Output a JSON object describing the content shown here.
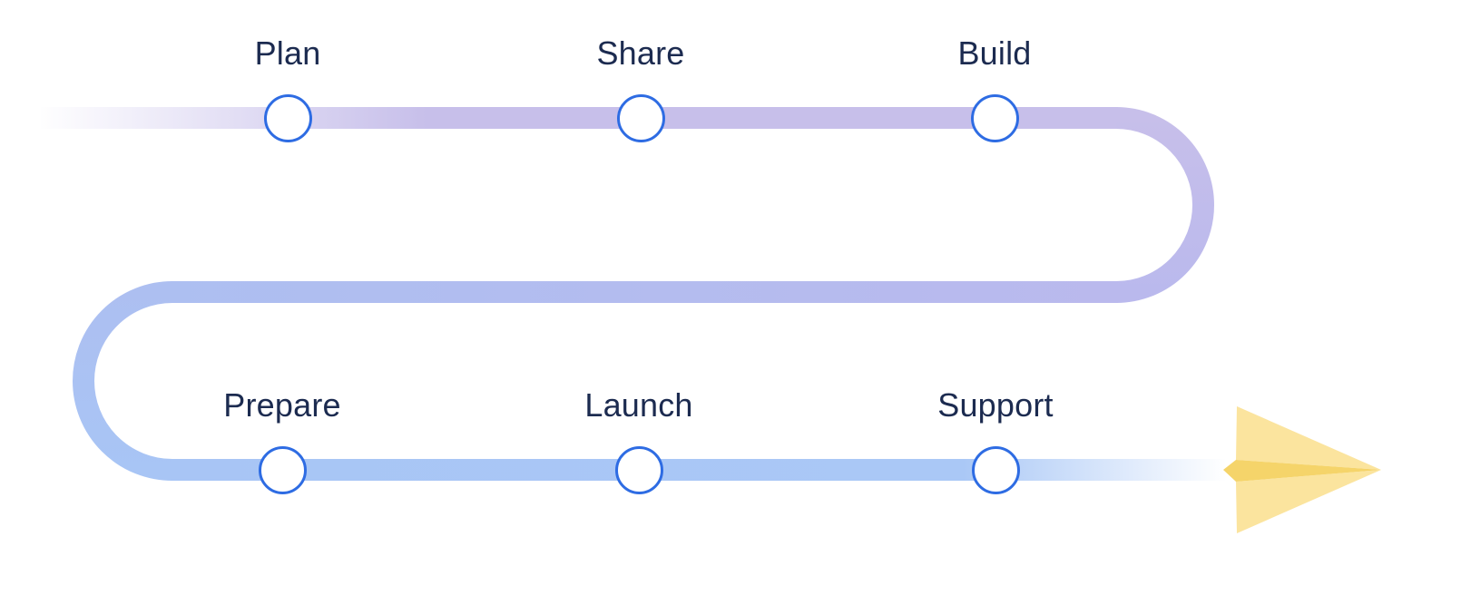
{
  "diagram": {
    "type": "journey-flow",
    "stages": {
      "top": [
        "Plan",
        "Share",
        "Build"
      ],
      "bottom": [
        "Prepare",
        "Launch",
        "Support"
      ]
    },
    "flow_order": [
      "Plan",
      "Share",
      "Build",
      "Prepare",
      "Launch",
      "Support"
    ],
    "end_icon": "paper-plane-icon"
  },
  "colors": {
    "label_text": "#1C2B50",
    "circle_stroke": "#2E6CE3",
    "line_purple": "#C7BFEA",
    "line_blend": "#B5C0EE",
    "line_blue": "#A9C7F6",
    "plane_light": "#FBE49E",
    "plane_dark": "#F5D46A"
  }
}
